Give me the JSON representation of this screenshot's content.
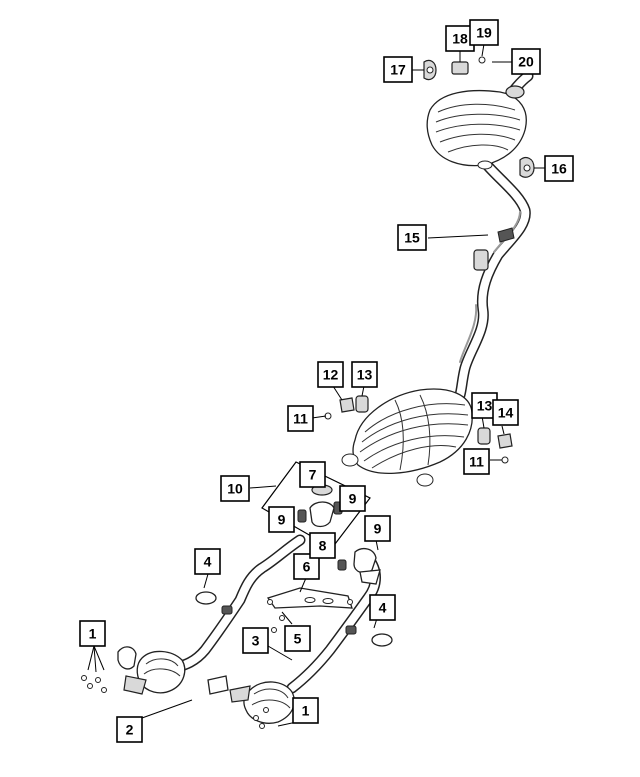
{
  "diagram": {
    "callouts": [
      {
        "id": "c1a",
        "label": "1"
      },
      {
        "id": "c1b",
        "label": "1"
      },
      {
        "id": "c2",
        "label": "2"
      },
      {
        "id": "c3",
        "label": "3"
      },
      {
        "id": "c4a",
        "label": "4"
      },
      {
        "id": "c4b",
        "label": "4"
      },
      {
        "id": "c5",
        "label": "5"
      },
      {
        "id": "c6",
        "label": "6"
      },
      {
        "id": "c7",
        "label": "7"
      },
      {
        "id": "c8",
        "label": "8"
      },
      {
        "id": "c9a",
        "label": "9"
      },
      {
        "id": "c9b",
        "label": "9"
      },
      {
        "id": "c9c",
        "label": "9"
      },
      {
        "id": "c10",
        "label": "10"
      },
      {
        "id": "c11a",
        "label": "11"
      },
      {
        "id": "c11b",
        "label": "11"
      },
      {
        "id": "c12",
        "label": "12"
      },
      {
        "id": "c13a",
        "label": "13"
      },
      {
        "id": "c13b",
        "label": "13"
      },
      {
        "id": "c14",
        "label": "14"
      },
      {
        "id": "c15",
        "label": "15"
      },
      {
        "id": "c16",
        "label": "16"
      },
      {
        "id": "c17",
        "label": "17"
      },
      {
        "id": "c18",
        "label": "18"
      },
      {
        "id": "c19",
        "label": "19"
      },
      {
        "id": "c20",
        "label": "20"
      }
    ]
  }
}
